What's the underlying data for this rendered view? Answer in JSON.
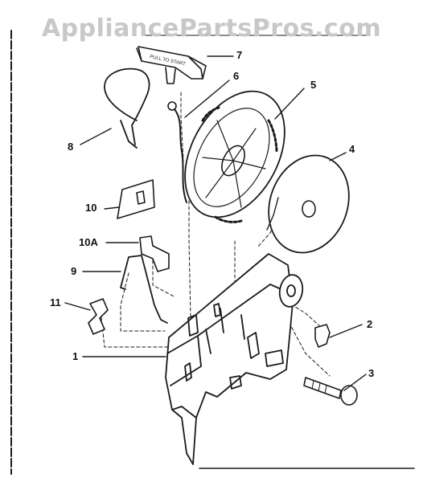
{
  "watermark": "AppliancePartsPros.com",
  "handle_imprint": "PULL TO START",
  "callouts": {
    "c1": "1",
    "c2": "2",
    "c3": "3",
    "c4": "4",
    "c5": "5",
    "c6": "6",
    "c7": "7",
    "c8": "8",
    "c9": "9",
    "c10": "10",
    "c10a": "10A",
    "c11": "11"
  },
  "colors": {
    "line": "#1a1a1a",
    "watermark": "#c8c8c8",
    "background": "#ffffff"
  }
}
